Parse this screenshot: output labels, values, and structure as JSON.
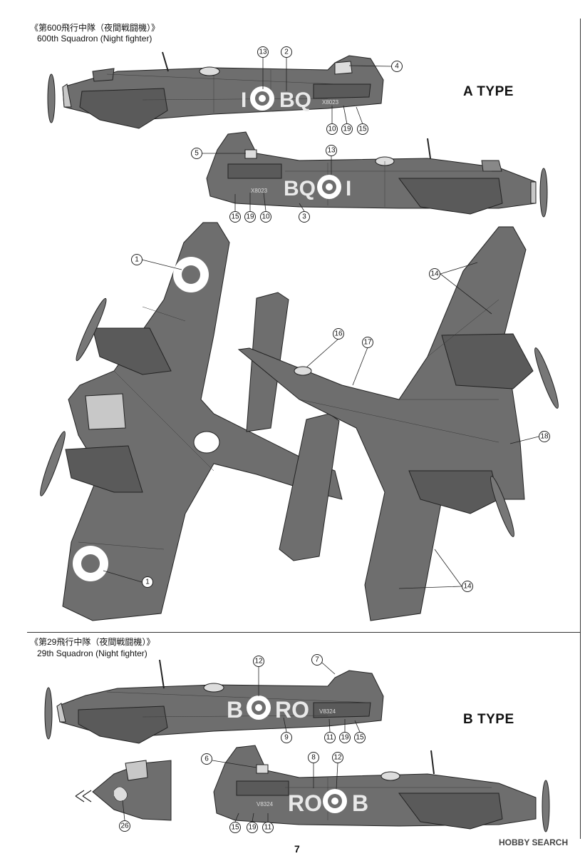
{
  "sections": [
    {
      "title_jp": "《第600飛行中隊（夜間戦闘機）》",
      "title_en": "600th Squadron (Night fighter)",
      "type_label": "A TYPE",
      "side_codes": {
        "letter_a": "I",
        "letter_b": "BQ"
      },
      "serial": "X8023"
    },
    {
      "title_jp": "《第29飛行中隊（夜間戦闘機）》",
      "title_en": "29th Squadron (Night fighter)",
      "type_label": "B TYPE",
      "side_codes": {
        "letter_a": "B",
        "letter_b": "RO"
      },
      "serial": "V8324"
    }
  ],
  "callouts": [
    "13",
    "2",
    "4",
    "10",
    "19",
    "15",
    "5",
    "13",
    "15",
    "19",
    "10",
    "3",
    "1",
    "14",
    "16",
    "17",
    "18",
    "1",
    "14",
    "12",
    "7",
    "9",
    "11",
    "19",
    "15",
    "6",
    "8",
    "12",
    "15",
    "19",
    "11",
    "26"
  ],
  "page_number": "7",
  "watermark": "HOBBY SEARCH",
  "colors": {
    "aircraft_grey": "#6e6e6e",
    "roundel_white": "#ffffff",
    "outline": "#222222"
  }
}
